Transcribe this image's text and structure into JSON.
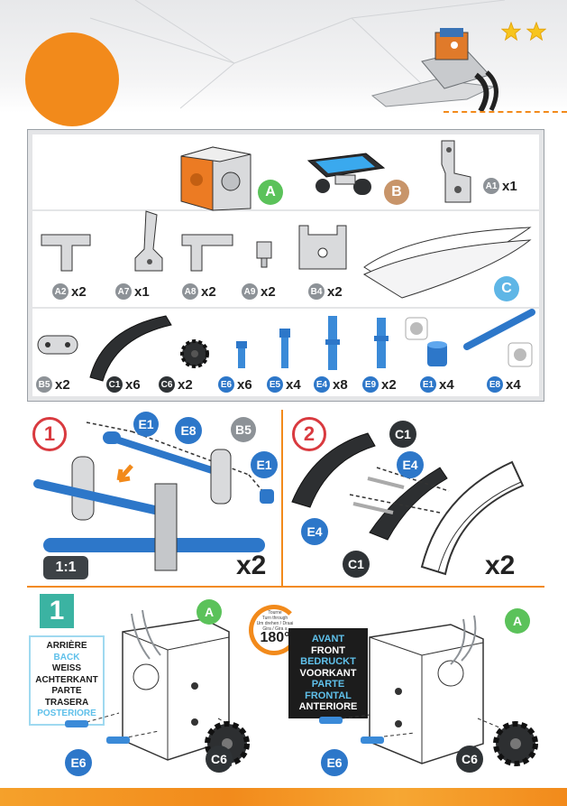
{
  "colors": {
    "orange": "#f28a1b",
    "red": "#d93a3f",
    "teal": "#3bb3a2",
    "blue": "#2d77c9",
    "light_blue": "#5fc0ea",
    "gray_tag": "#8d9297",
    "dark_tag": "#2f3336",
    "tag_A": "#5bc25a",
    "tag_B": "#c8956a",
    "tag_C": "#5fb6e6"
  },
  "header": {
    "stars": 2
  },
  "parts": {
    "A": {
      "label": "A"
    },
    "B": {
      "label": "B"
    },
    "C": {
      "label": "C"
    },
    "A1": {
      "code": "A1",
      "qty": "x1"
    },
    "A2": {
      "code": "A2",
      "qty": "x2"
    },
    "A7": {
      "code": "A7",
      "qty": "x1"
    },
    "A8": {
      "code": "A8",
      "qty": "x2"
    },
    "A9": {
      "code": "A9",
      "qty": "x2"
    },
    "B4": {
      "code": "B4",
      "qty": "x2"
    },
    "B5": {
      "code": "B5",
      "qty": "x2"
    },
    "C1": {
      "code": "C1",
      "qty": "x6"
    },
    "C6": {
      "code": "C6",
      "qty": "x2"
    },
    "E6": {
      "code": "E6",
      "qty": "x6"
    },
    "E5": {
      "code": "E5",
      "qty": "x4"
    },
    "E4": {
      "code": "E4",
      "qty": "x8"
    },
    "E9": {
      "code": "E9",
      "qty": "x2"
    },
    "E1": {
      "code": "E1",
      "qty": "x4"
    },
    "E8": {
      "code": "E8",
      "qty": "x4"
    }
  },
  "step1": {
    "number": "1",
    "labels": {
      "e1_top": "E1",
      "e8": "E8",
      "b5": "B5",
      "e1_right": "E1"
    },
    "scale": "1:1",
    "multiplier": "x2"
  },
  "step2": {
    "number": "2",
    "labels": {
      "c1_top": "C1",
      "e4_top": "E4",
      "e4_left": "E4",
      "c1_bottom": "C1"
    },
    "multiplier": "x2"
  },
  "step3": {
    "number": "1",
    "left": {
      "a": "A",
      "e6": "E6",
      "c6": "C6"
    },
    "right": {
      "a": "A",
      "e6": "E6",
      "c6": "C6"
    },
    "back_labels": [
      "ARRIÈRE",
      "BACK",
      "WEISS",
      "ACHTERKANT",
      "PARTE TRASERA",
      "POSTERIORE"
    ],
    "front_labels": [
      "AVANT",
      "FRONT",
      "BEDRUCKT",
      "VOORKANT",
      "PARTE FRONTAL",
      "ANTERIORE"
    ],
    "turn_text": [
      "Tourne",
      "Turn through",
      "Um drehen / Draai",
      "Gira / Gira a"
    ],
    "turn_degrees": "180°"
  }
}
